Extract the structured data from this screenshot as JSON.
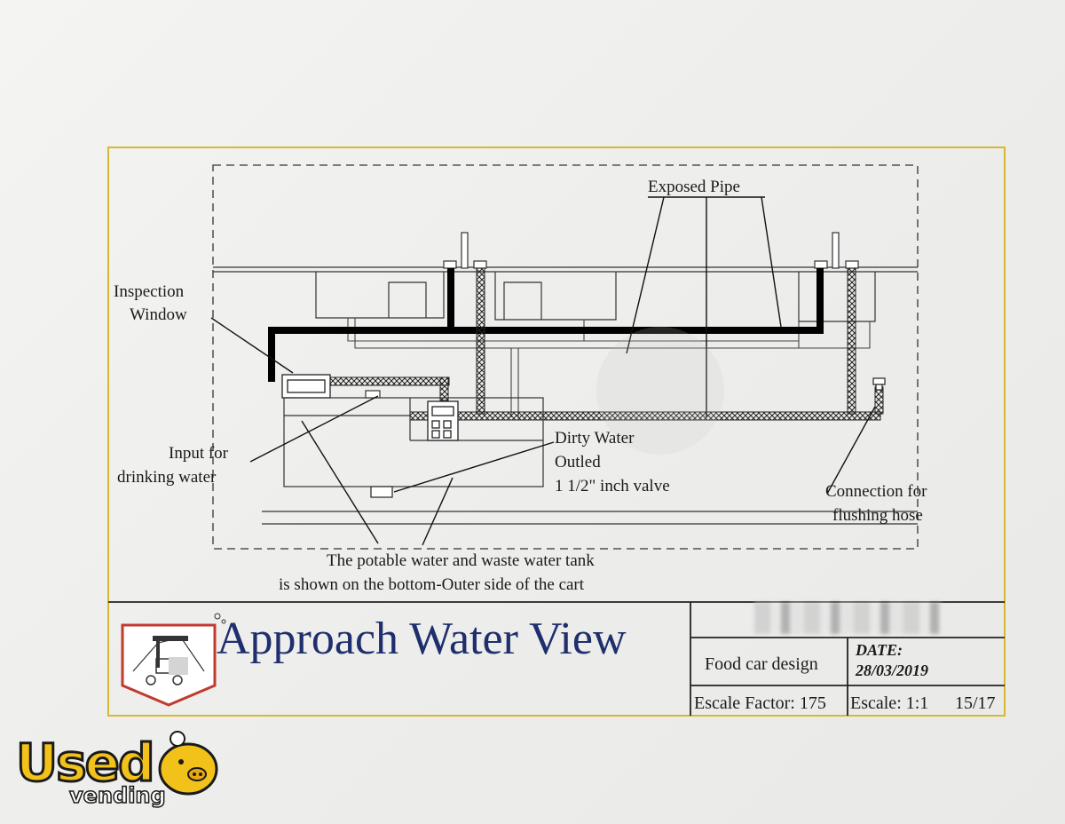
{
  "labels": {
    "exposed_pipe": "Exposed Pipe",
    "inspection_line1": "Inspection",
    "inspection_line2": "Window",
    "input_line1": "Input for",
    "input_line2": "drinking water",
    "dirty_line1": "Dirty Water",
    "dirty_line2": "Outled",
    "dirty_line3": "1 1/2\" inch valve",
    "flush_line1": "Connection for",
    "flush_line2": "flushing hose",
    "tank_line1": "The potable water and waste water tank",
    "tank_line2": "is shown on the bottom-Outer side of the cart"
  },
  "title_block": {
    "title": "Approach Water View",
    "project": "Food car design",
    "date_label": "DATE:",
    "date_value": "28/03/2019",
    "scale_factor": "Escale Factor: 175",
    "scale": "Escale: 1:1",
    "sheet": "15/17"
  },
  "watermark": {
    "brand_word": "Used",
    "brand_sub": "vending"
  },
  "colors": {
    "frame": "#d8b832",
    "title": "#1f2f6e",
    "logo_red": "#c23a2e",
    "brand_yellow": "#f2c21a"
  }
}
